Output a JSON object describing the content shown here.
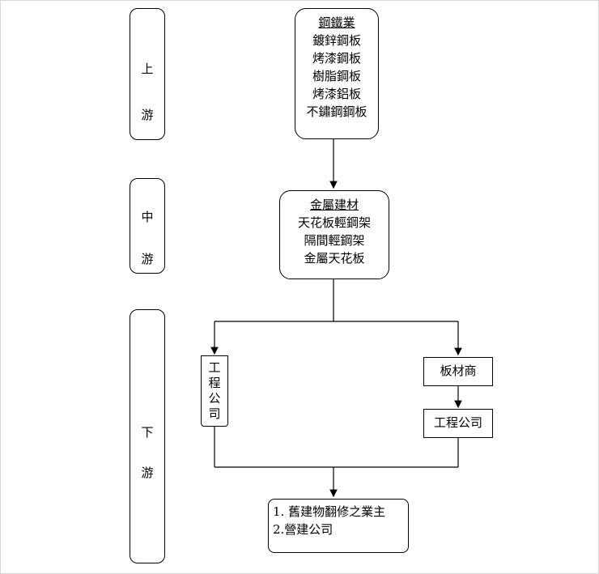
{
  "stages": {
    "upstream": [
      "上",
      "游"
    ],
    "midstream": [
      "中",
      "游"
    ],
    "downstream": [
      "下",
      "游"
    ]
  },
  "upstream_box": {
    "title": "鋼鐵業",
    "items": [
      "鍍鋅鋼板",
      "烤漆鋼板",
      "樹脂鋼板",
      "烤漆鋁板",
      "不鏽鋼鋼板"
    ]
  },
  "midstream_box": {
    "title": "金屬建材",
    "items": [
      "天花板輕鋼架",
      "隔間輕鋼架",
      "金屬天花板"
    ]
  },
  "downstream": {
    "contractor_left": [
      "工",
      "程",
      "公",
      "司"
    ],
    "panel_supplier": "板材商",
    "contractor_right": "工程公司",
    "clients": [
      "1. 舊建物翻修之業主",
      "2.營建公司"
    ]
  }
}
